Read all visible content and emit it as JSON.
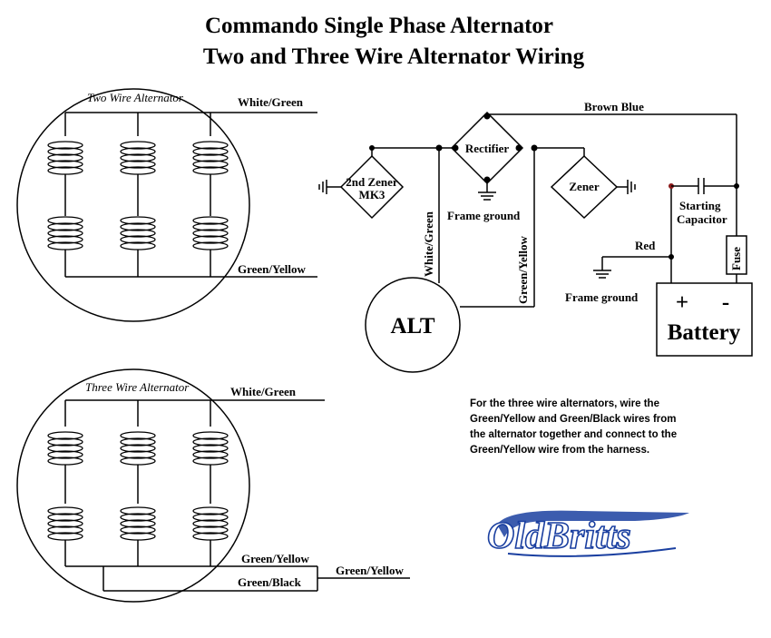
{
  "title": {
    "line1": "Commando Single Phase Alternator",
    "line2": "Two and Three Wire Alternator Wiring"
  },
  "two_wire": {
    "label": "Two Wire Alternator",
    "wire_top": "White/Green",
    "wire_bottom": "Green/Yellow"
  },
  "three_wire": {
    "label": "Three Wire Alternator",
    "wire_top": "White/Green",
    "wire_mid": "Green/Yellow",
    "wire_bottom": "Green/Black",
    "wire_joined": "Green/Yellow"
  },
  "circuit": {
    "rectifier": "Rectifier",
    "brown_blue": "Brown Blue",
    "zener_left_line1": "2nd Zener",
    "zener_left_line2": "MK3",
    "zener_right": "Zener",
    "frame_ground_1": "Frame ground",
    "frame_ground_2": "Frame ground",
    "white_green": "White/Green",
    "green_yellow": "Green/Yellow",
    "alt": "ALT",
    "red": "Red",
    "starting_line1": "Starting",
    "starting_line2": "Capacitor",
    "fuse": "Fuse",
    "battery": "Battery",
    "plus": "+",
    "minus": "-"
  },
  "note": [
    "For the three wire alternators, wire the",
    "Green/Yellow and Green/Black wires from",
    "the alternator together and connect to the",
    "Green/Yellow wire from the harness."
  ],
  "logo": {
    "text": "OldBritts",
    "color": "#1a3fa0"
  }
}
